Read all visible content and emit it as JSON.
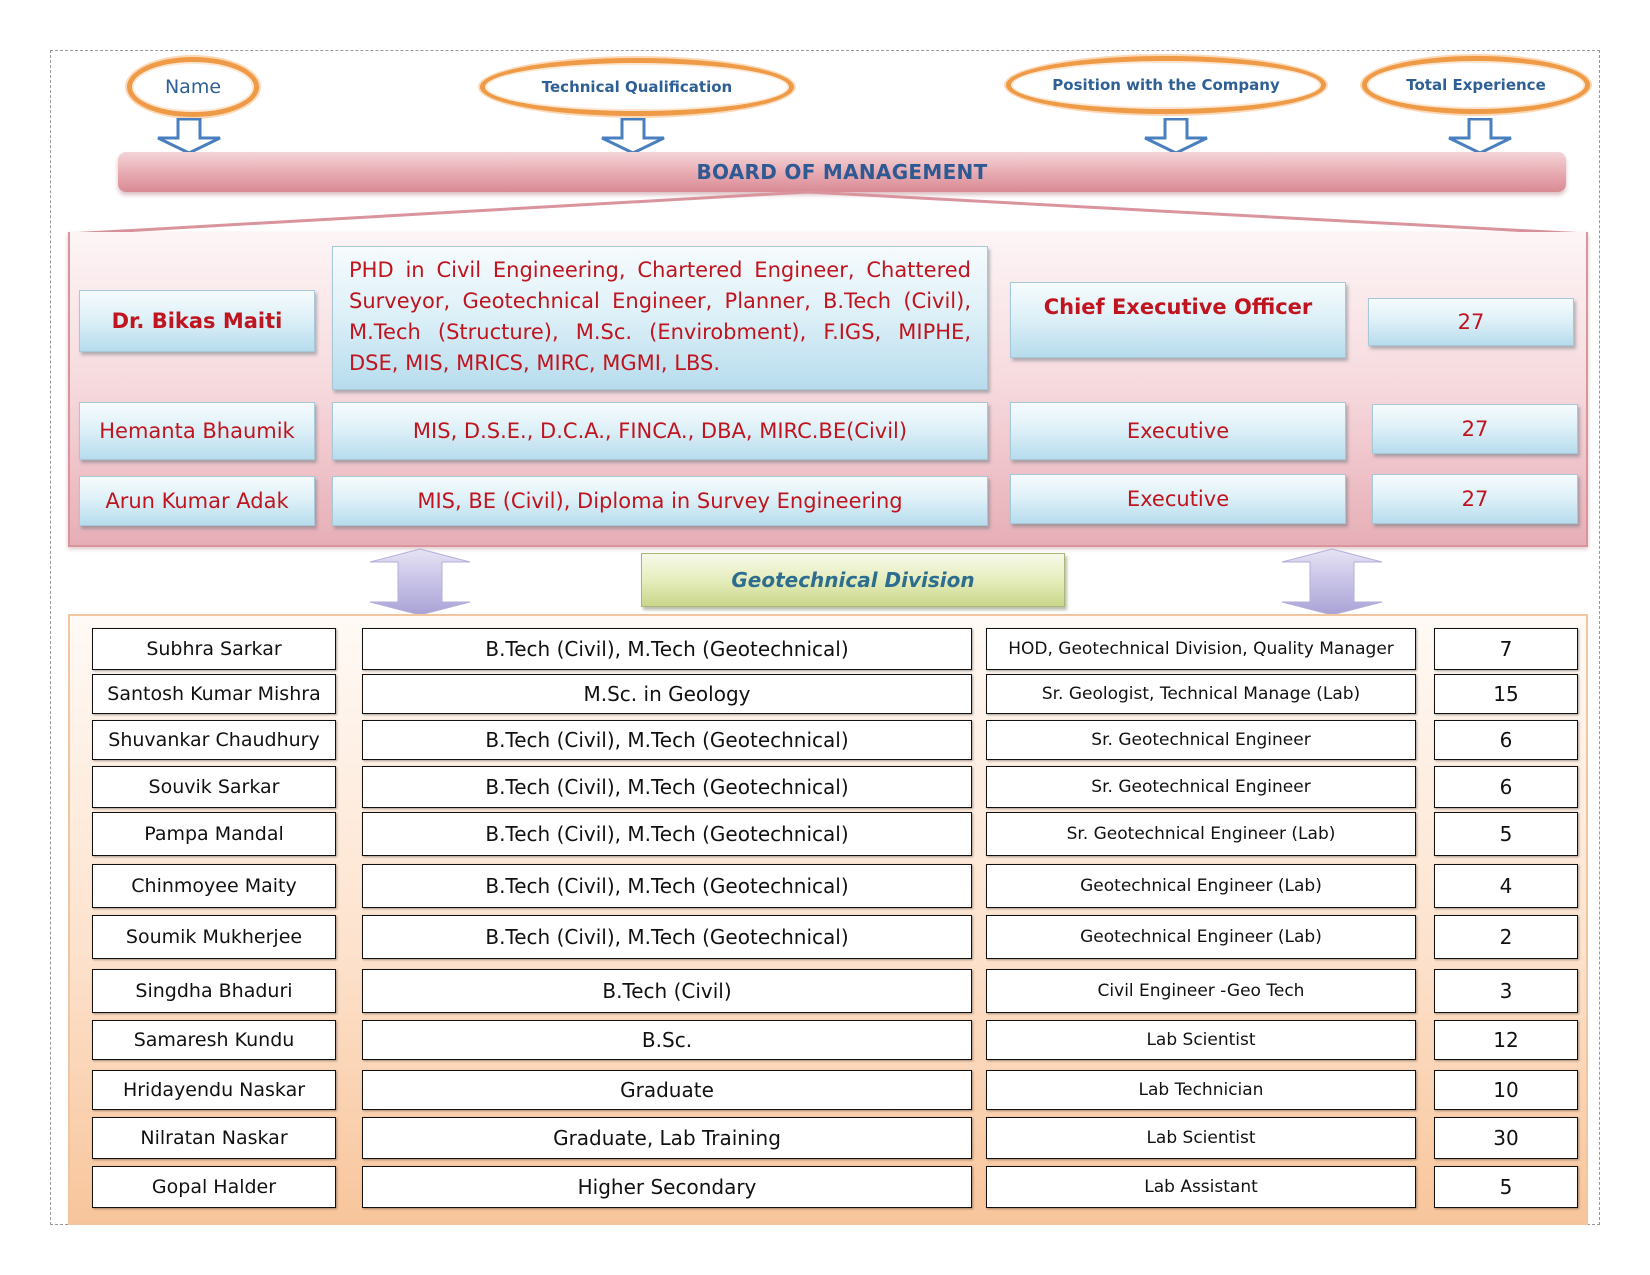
{
  "headers": {
    "name": "Name",
    "qualification": "Technical Qualification",
    "position": "Position with the Company",
    "experience": "Total Experience"
  },
  "board_title": "BOARD OF MANAGEMENT",
  "management": [
    {
      "name": "Dr. Bikas Maiti",
      "qualification": "PHD in Civil Engineering, Chartered Engineer, Chattered Surveyor, Geotechnical Engineer, Planner, B.Tech (Civil), M.Tech (Structure), M.Sc. (Envirobment), F.IGS, MIPHE, DSE, MIS, MRICS, MIRC, MGMI, LBS.",
      "position": "Chief Executive Officer",
      "experience": "27"
    },
    {
      "name": "Hemanta Bhaumik",
      "qualification": "MIS, D.S.E., D.C.A., FINCA., DBA, MIRC.BE(Civil)",
      "position": "Executive",
      "experience": "27"
    },
    {
      "name": "Arun Kumar Adak",
      "qualification": "MIS, BE (Civil), Diploma in Survey Engineering",
      "position": "Executive",
      "experience": "27"
    }
  ],
  "division_title": "Geotechnical Division",
  "staff": [
    {
      "name": "Subhra Sarkar",
      "qualification": "B.Tech (Civil), M.Tech (Geotechnical)",
      "position": "HOD, Geotechnical Division, Quality Manager",
      "experience": "7"
    },
    {
      "name": "Santosh Kumar Mishra",
      "qualification": "M.Sc. in Geology",
      "position": "Sr. Geologist, Technical Manage (Lab)",
      "experience": "15"
    },
    {
      "name": "Shuvankar Chaudhury",
      "qualification": "B.Tech (Civil), M.Tech (Geotechnical)",
      "position": "Sr. Geotechnical Engineer",
      "experience": "6"
    },
    {
      "name": "Souvik Sarkar",
      "qualification": "B.Tech (Civil), M.Tech (Geotechnical)",
      "position": "Sr. Geotechnical Engineer",
      "experience": "6"
    },
    {
      "name": "Pampa Mandal",
      "qualification": "B.Tech (Civil), M.Tech (Geotechnical)",
      "position": "Sr. Geotechnical Engineer (Lab)",
      "experience": "5"
    },
    {
      "name": "Chinmoyee Maity",
      "qualification": "B.Tech (Civil), M.Tech (Geotechnical)",
      "position": "Geotechnical Engineer (Lab)",
      "experience": "4"
    },
    {
      "name": "Soumik Mukherjee",
      "qualification": "B.Tech (Civil), M.Tech (Geotechnical)",
      "position": "Geotechnical Engineer (Lab)",
      "experience": "2"
    },
    {
      "name": "Singdha Bhaduri",
      "qualification": "B.Tech (Civil)",
      "position": "Civil Engineer -Geo Tech",
      "experience": "3"
    },
    {
      "name": "Samaresh Kundu",
      "qualification": "B.Sc.",
      "position": "Lab Scientist",
      "experience": "12"
    },
    {
      "name": "Hridayendu Naskar",
      "qualification": "Graduate",
      "position": "Lab Technician",
      "experience": "10"
    },
    {
      "name": "Nilratan Naskar",
      "qualification": "Graduate, Lab Training",
      "position": "Lab Scientist",
      "experience": "30"
    },
    {
      "name": "Gopal Halder",
      "qualification": "Higher Secondary",
      "position": "Lab Assistant",
      "experience": "5"
    }
  ],
  "colors": {
    "header_orange": "#ef9a46",
    "heading_blue": "#2e5f95",
    "management_red": "#c0141e"
  }
}
